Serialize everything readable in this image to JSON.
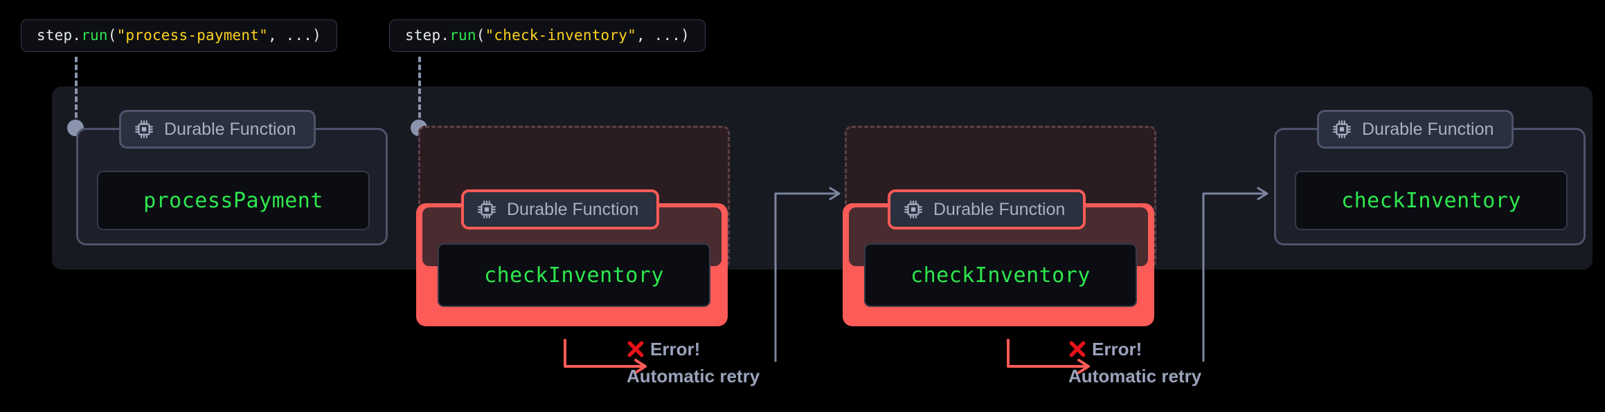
{
  "diagram": {
    "title": "Durable function automatic retry flow",
    "colors": {
      "background": "#000000",
      "panel": "#181a22",
      "block_border": "#4d546b",
      "badge_bg": "#2b303e",
      "code_text": "#2ee84e",
      "code_panel_bg": "#0b0d12",
      "error_red": "#fc5b57",
      "error_x": "#e8121a",
      "connector": "#8b93ad",
      "error_tint": "#2b1c21",
      "string_token": "#ffd21e",
      "fn_token": "#2ee84e"
    },
    "code_labels": [
      {
        "id": "process-payment",
        "object": "step",
        "dot": ".",
        "method": "run",
        "open_paren": "(",
        "arg_string": "\"process-payment\"",
        "rest": ", ...)"
      },
      {
        "id": "check-inventory",
        "object": "step",
        "dot": ".",
        "method": "run",
        "open_paren": "(",
        "arg_string": "\"check-inventory\"",
        "rest": ", ...)"
      }
    ],
    "blocks": [
      {
        "id": "process-payment-block",
        "badge_label": "Durable Function",
        "function_name": "processPayment",
        "state": "success",
        "icon": "chip-icon"
      },
      {
        "id": "check-inventory-attempt-1",
        "badge_label": "Durable Function",
        "function_name": "checkInventory",
        "state": "error",
        "icon": "chip-icon"
      },
      {
        "id": "check-inventory-attempt-2",
        "badge_label": "Durable Function",
        "function_name": "checkInventory",
        "state": "error",
        "icon": "chip-icon"
      },
      {
        "id": "check-inventory-success",
        "badge_label": "Durable Function",
        "function_name": "checkInventory",
        "state": "success",
        "icon": "chip-icon"
      }
    ],
    "error_captions": [
      {
        "id": "error-caption-1",
        "error_label": "Error!",
        "retry_label": "Automatic retry",
        "icon": "x-mark-icon"
      },
      {
        "id": "error-caption-2",
        "error_label": "Error!",
        "retry_label": "Automatic retry",
        "icon": "x-mark-icon"
      }
    ]
  }
}
